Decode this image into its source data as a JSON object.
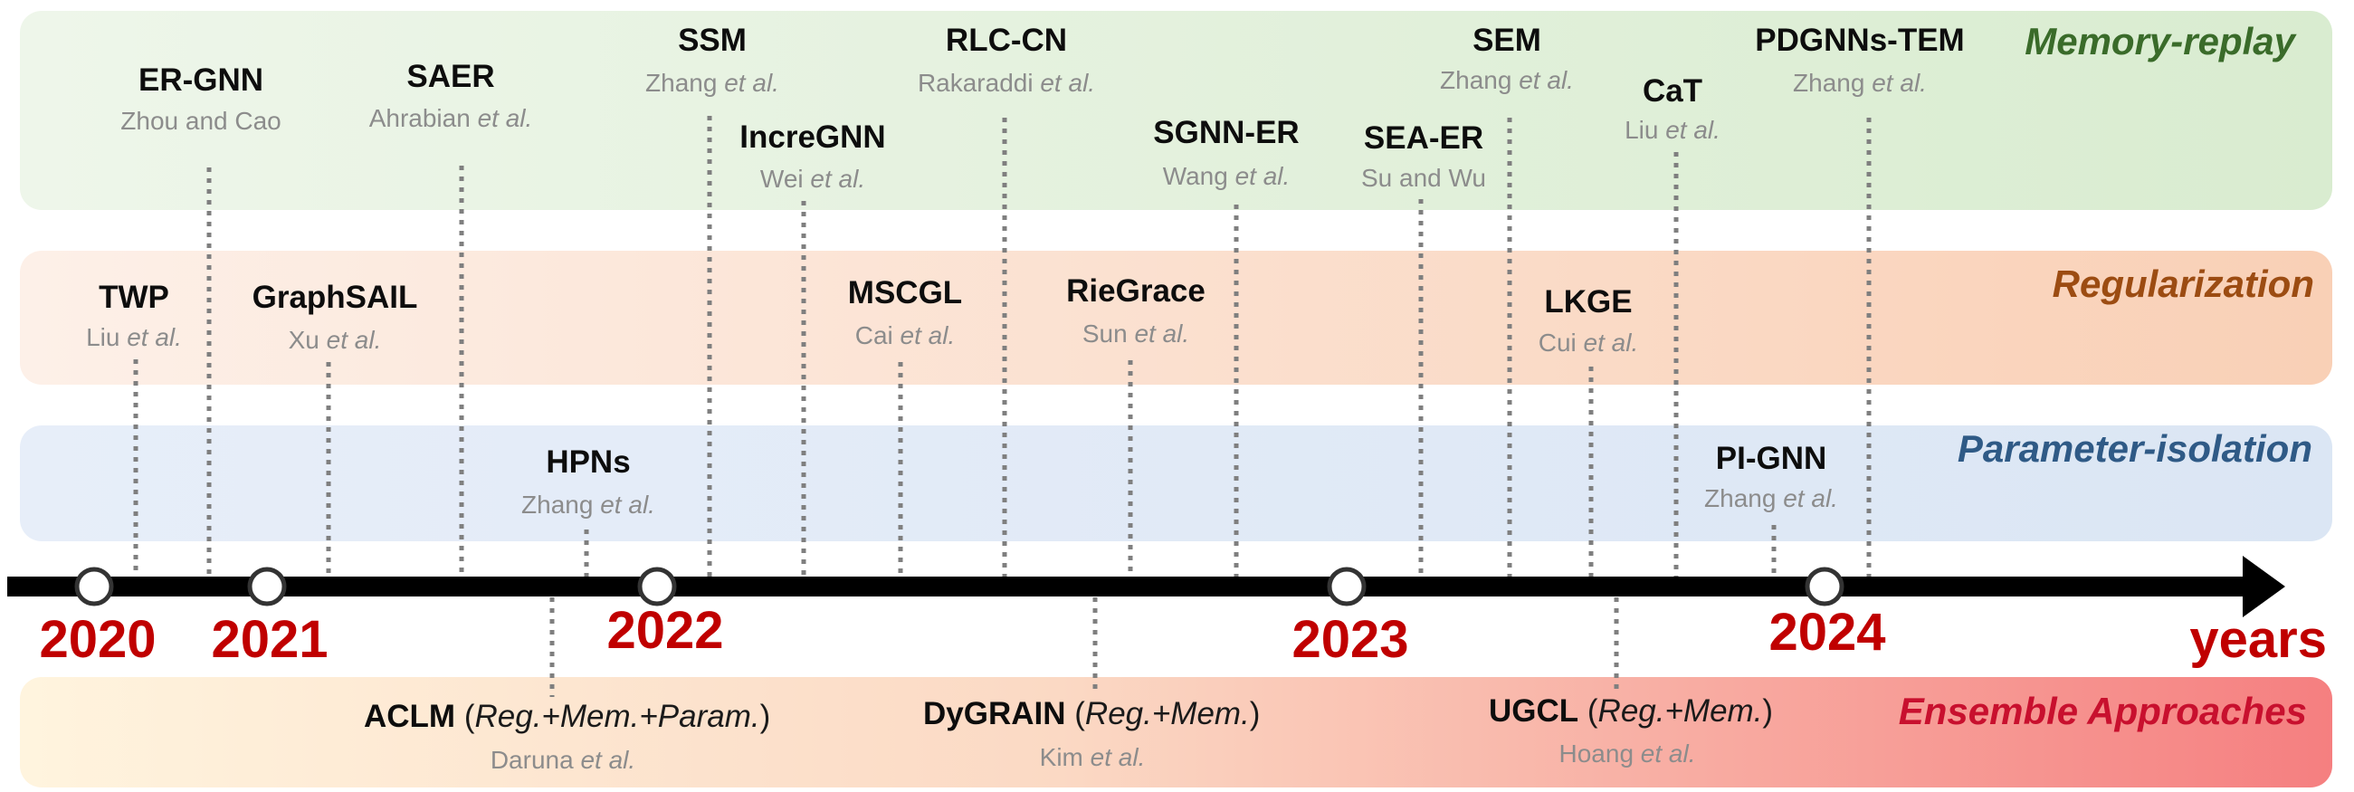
{
  "categories": [
    {
      "id": "memory",
      "label": "Memory-replay",
      "color": "#3a6b2a"
    },
    {
      "id": "regularization",
      "label": "Regularization",
      "color": "#9c4c12"
    },
    {
      "id": "parameter",
      "label": "Parameter-isolation",
      "color": "#2f5a86"
    },
    {
      "id": "ensemble",
      "label": "Ensemble Approaches",
      "color": "#c8102e"
    }
  ],
  "axis": {
    "unit_label": "years",
    "years": [
      "2020",
      "2021",
      "2022",
      "2023",
      "2024"
    ],
    "year_color": "#c00000"
  },
  "methods": [
    {
      "name": "ER-GNN",
      "author": "Zhou and Cao",
      "etal": "",
      "category": "memory"
    },
    {
      "name": "SAER",
      "author": "Ahrabian",
      "etal": "et al.",
      "category": "memory"
    },
    {
      "name": "SSM",
      "author": "Zhang",
      "etal": "et al.",
      "category": "memory"
    },
    {
      "name": "IncreGNN",
      "author": "Wei",
      "etal": "et al.",
      "category": "memory"
    },
    {
      "name": "RLC-CN",
      "author": "Rakaraddi",
      "etal": "et al.",
      "category": "memory"
    },
    {
      "name": "SGNN-ER",
      "author": "Wang",
      "etal": "et al.",
      "category": "memory"
    },
    {
      "name": "SEA-ER",
      "author": "Su and Wu",
      "etal": "",
      "category": "memory"
    },
    {
      "name": "SEM",
      "author": "Zhang",
      "etal": "et al.",
      "category": "memory"
    },
    {
      "name": "CaT",
      "author": "Liu",
      "etal": "et al.",
      "category": "memory"
    },
    {
      "name": "PDGNNs-TEM",
      "author": "Zhang",
      "etal": "et al.",
      "category": "memory"
    },
    {
      "name": "TWP",
      "author": "Liu",
      "etal": "et al.",
      "category": "regularization"
    },
    {
      "name": "GraphSAIL",
      "author": "Xu",
      "etal": "et al.",
      "category": "regularization"
    },
    {
      "name": "MSCGL",
      "author": "Cai",
      "etal": "et al.",
      "category": "regularization"
    },
    {
      "name": "RieGrace",
      "author": "Sun",
      "etal": "et al.",
      "category": "regularization"
    },
    {
      "name": "LKGE",
      "author": "Cui",
      "etal": "et al.",
      "category": "regularization"
    },
    {
      "name": "HPNs",
      "author": "Zhang",
      "etal": "et al.",
      "category": "parameter"
    },
    {
      "name": "PI-GNN",
      "author": "Zhang",
      "etal": "et al.",
      "category": "parameter"
    },
    {
      "name": "ACLM",
      "note": "Reg.+Mem.+Param.",
      "author": "Daruna",
      "etal": "et al.",
      "category": "ensemble"
    },
    {
      "name": "DyGRAIN",
      "note": "Reg.+Mem.",
      "author": "Kim",
      "etal": "et al.",
      "category": "ensemble"
    },
    {
      "name": "UGCL",
      "note": "Reg.+Mem.",
      "author": "Hoang",
      "etal": "et al.",
      "category": "ensemble"
    }
  ]
}
